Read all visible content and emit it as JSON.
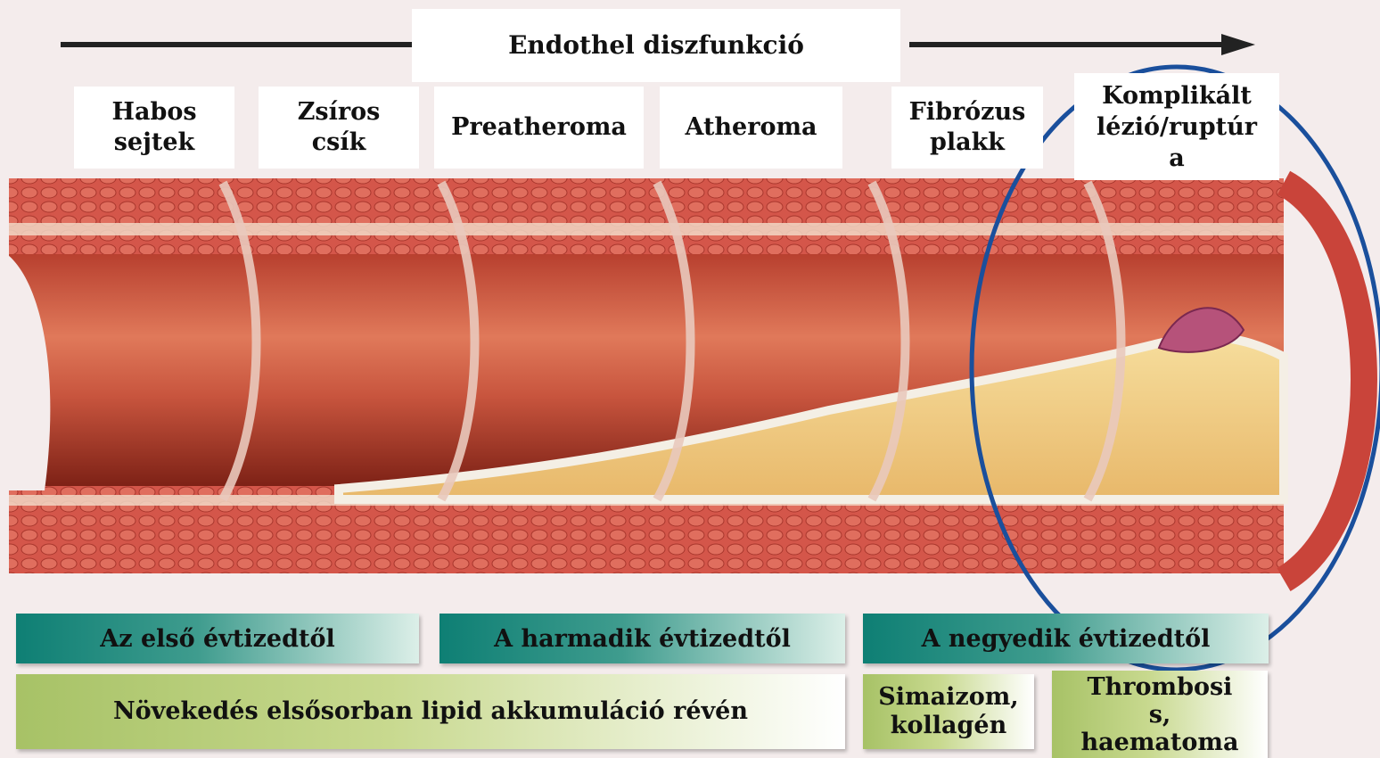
{
  "header": {
    "title": "Endothel diszfunkció"
  },
  "stages": [
    {
      "label": "Habos\nsejtek"
    },
    {
      "label": "Zsíros\ncsík"
    },
    {
      "label": "Preatheroma"
    },
    {
      "label": "Atheroma"
    },
    {
      "label": "Fibrózus\nplakk"
    },
    {
      "label": "Komplikált\nlézió/ruptúr\na"
    }
  ],
  "onset_bars": [
    {
      "label": "Az első évtizedtől"
    },
    {
      "label": "A harmadik évtizedtől"
    },
    {
      "label": "A negyedik évtizedtől"
    }
  ],
  "mechanism_bars": [
    {
      "label": "Növekedés elsősorban lipid akkumuláció révén"
    },
    {
      "label": "Simaizom,\nkollagén"
    },
    {
      "label": "Thrombosi\ns,\nhaematoma"
    }
  ],
  "colors": {
    "vessel_wall": "#c9443a",
    "lumen_dark": "#8a2418",
    "plaque": "#f2cf86",
    "highlight_ellipse": "#1a4f9c",
    "onset_bar": "#0e7f74",
    "mechanism_bar": "#a7c266"
  }
}
